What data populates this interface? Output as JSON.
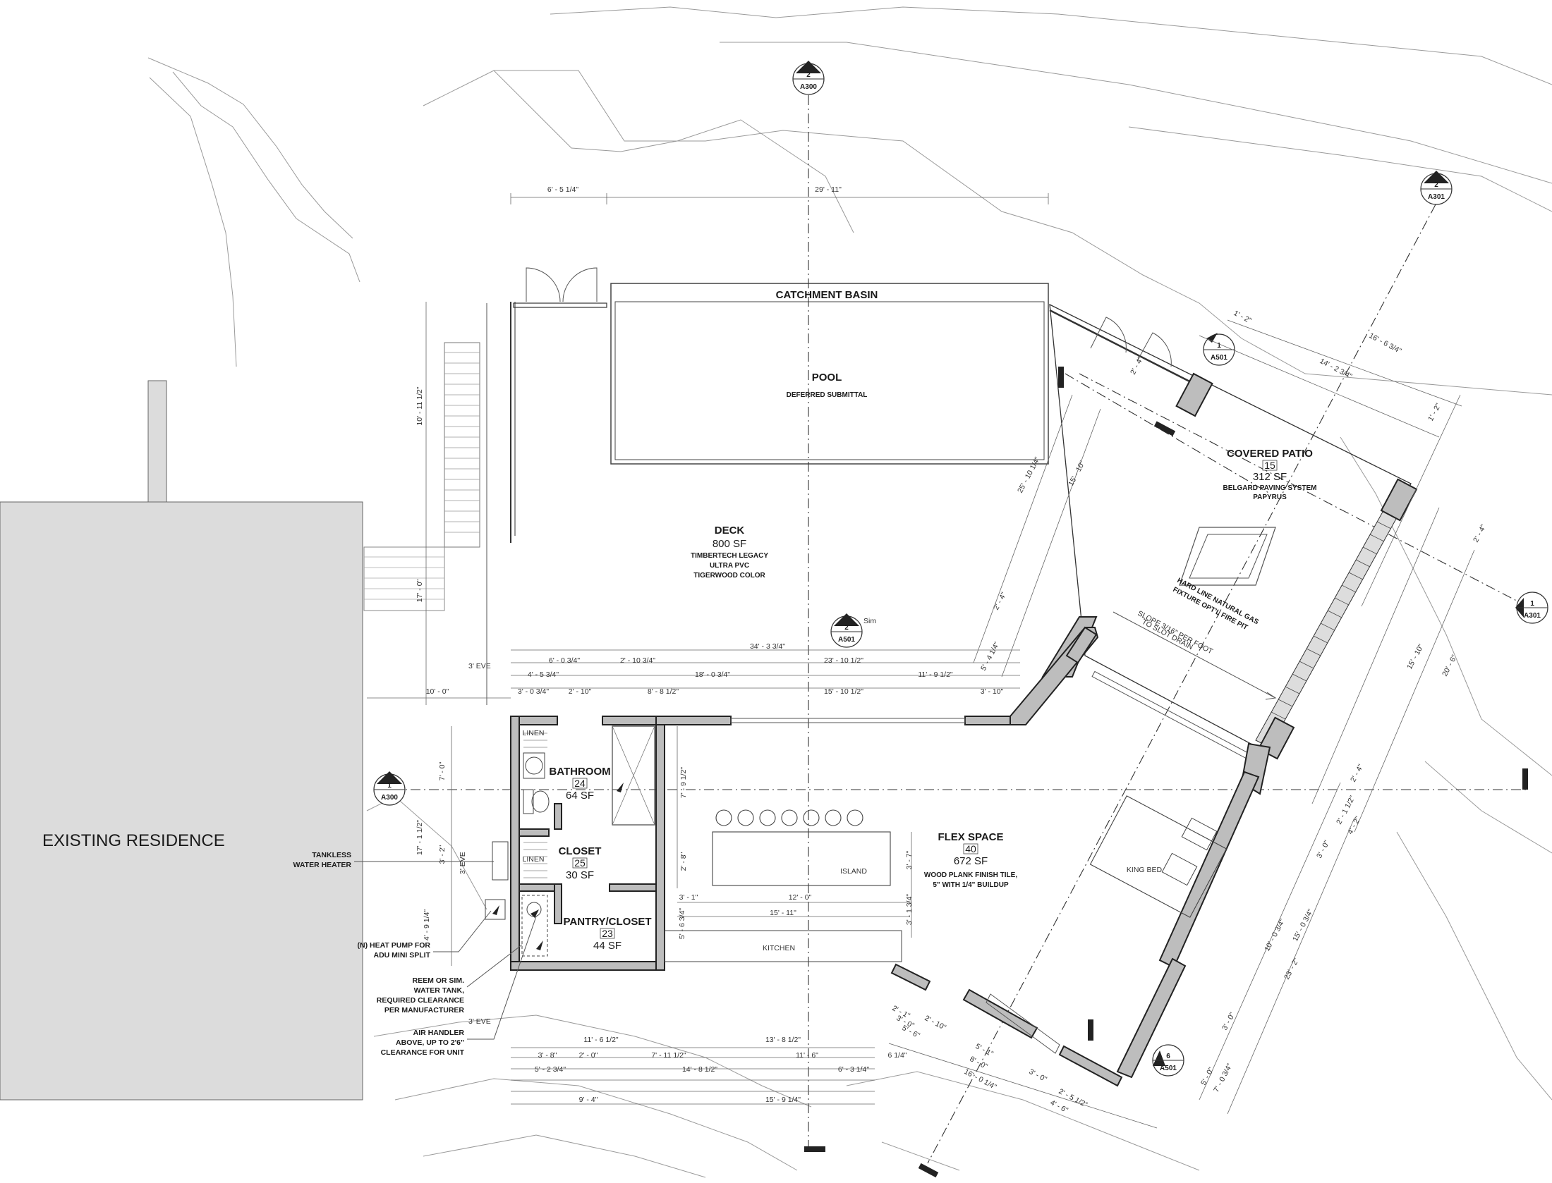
{
  "existing_residence": "EXISTING RESIDENCE",
  "rooms": {
    "catchment": "CATCHMENT BASIN",
    "pool": {
      "name": "POOL",
      "note": "DEFERRED SUBMITTAL"
    },
    "deck": {
      "name": "DECK",
      "area": "800 SF",
      "note1": "TIMBERTECH LEGACY",
      "note2": "ULTRA PVC",
      "note3": "TIGERWOOD COLOR"
    },
    "patio": {
      "name": "COVERED PATIO",
      "number": "15",
      "area": "312 SF",
      "note1": "BELGARD PAVING SYSTEM",
      "note2": "PAPYRUS"
    },
    "bathroom": {
      "name": "BATHROOM",
      "number": "24",
      "area": "64 SF"
    },
    "closet": {
      "name": "CLOSET",
      "number": "25",
      "area": "30 SF"
    },
    "pantry": {
      "name": "PANTRY/CLOSET",
      "number": "23",
      "area": "44 SF"
    },
    "flex": {
      "name": "FLEX SPACE",
      "number": "40",
      "area": "672 SF",
      "note1": "WOOD PLANK FINISH TILE,",
      "note2": "5\" WITH 1/4\" BUILDUP"
    },
    "linen1": "LINEN",
    "linen2": "LINEN",
    "island": "ISLAND",
    "kitchen": "KITCHEN",
    "king_bed": "KING BED"
  },
  "notes": {
    "tankless1": "TANKLESS",
    "tankless2": "WATER HEATER",
    "heatpump1": "(N) HEAT PUMP FOR",
    "heatpump2": "ADU MINI SPLIT",
    "reem1": "REEM OR SIM.",
    "reem2": "WATER TANK,",
    "reem3": "REQUIRED CLEARANCE",
    "reem4": "PER MANUFACTURER",
    "air1": "AIR HANDLER",
    "air2": "ABOVE, UP TO 2'6\"",
    "air3": "CLEARANCE FOR UNIT",
    "gas1": "HARD LINE NATURAL GAS",
    "gas2": "FIXTURE OPT'L FIRE PIT",
    "slope1": "SLOPE 3/16\" PER FOOT",
    "slope2": "TO SLOT DRAIN",
    "eve1": "3' EVE",
    "eve2": "3' EVE",
    "eve3": "3' EVE",
    "sim": "Sim"
  },
  "section_tags": [
    {
      "num": "2",
      "sheet": "A300"
    },
    {
      "num": "1",
      "sheet": "A300"
    },
    {
      "num": "2",
      "sheet": "A301"
    },
    {
      "num": "1",
      "sheet": "A301"
    },
    {
      "num": "1",
      "sheet": "A501"
    },
    {
      "num": "2",
      "sheet": "A501"
    },
    {
      "num": "6",
      "sheet": "A501"
    }
  ],
  "dims": {
    "top1": "6' - 5 1/4\"",
    "top2": "29' - 11\"",
    "left1": "10' - 11 1/2\"",
    "left2": "17' - 0\"",
    "left3": "10' - 0\"",
    "row1a": "34' - 3 3/4\"",
    "row2a": "6' - 0 3/4\"",
    "row2b": "2' - 10 3/4\"",
    "row2c": "23' - 10 1/2\"",
    "row3a": "4' - 5 3/4\"",
    "row3b": "18' - 0 3/4\"",
    "row3c": "11' - 9 1/2\"",
    "row4a": "3' - 0 3/4\"",
    "row4b": "2' - 10\"",
    "row4c": "8' - 8 1/2\"",
    "row4d": "15' - 10 1/2\"",
    "row4e": "3' - 10\"",
    "v1": "7' - 0\"",
    "v2": "17' - 1 1/2\"",
    "v3": "3' - 2\"",
    "v4": "4' - 9 1/4\"",
    "v5": "3' EVE",
    "v6": "7' - 9 1/2\"",
    "v7": "2' - 8\"",
    "i1": "3' - 1\"",
    "i2": "12' - 0\"",
    "i3": "15' - 11\"",
    "i4": "5' - 6 3/4\"",
    "i5": "3' - 7\"",
    "i6": "3' - 1 3/4\"",
    "b1": "11' - 6 1/2\"",
    "b2": "13' - 8 1/2\"",
    "b3": "3' - 8\"",
    "b4": "2' - 0\"",
    "b5": "7' - 11 1/2\"",
    "b6": "11' - 6\"",
    "b7": "6 1/4\"",
    "b8": "5' - 2 3/4\"",
    "b9": "14' - 8 1/2\"",
    "b10": "6' - 3 1/4\"",
    "b11": "9' - 4\"",
    "b12": "15' - 9 1/4\"",
    "p1": "1' - 2\"",
    "p2": "16' - 6 3/4\"",
    "p3": "14' - 2 3/4\"",
    "p4": "2' - 4\"",
    "p5": "1' - 2\"",
    "p6": "25' - 10 1/4\"",
    "p7": "15' - 10\"",
    "p8": "2' - 4\"",
    "p9": "5' - 4 1/4\"",
    "p10": "2' - 4\"",
    "p11": "15' - 10\"",
    "p12": "20' - 6\"",
    "r1": "2' - 4\"",
    "r2": "2' - 1 1/2\"",
    "r3": "4' - 2\"",
    "r4": "3' - 0\"",
    "r5": "10' - 0 3/4\"",
    "r6": "15' - 0 3/4\"",
    "r7": "23' - 2\"",
    "r8": "3' - 0\"",
    "s1": "2' - 1\"",
    "s2": "3' - 0\"",
    "s3": "5' - 6\"",
    "s4": "2' - 10\"",
    "s5": "5' - 1\"",
    "s6": "8' - 0\"",
    "s7": "16' - 0 1/4\"",
    "s8": "3' - 0\"",
    "s9": "2' - 5 1/2\"",
    "s10": "4' - 6\"",
    "s11": "5' - 0\"",
    "s12": "7' - 0 3/4\""
  }
}
